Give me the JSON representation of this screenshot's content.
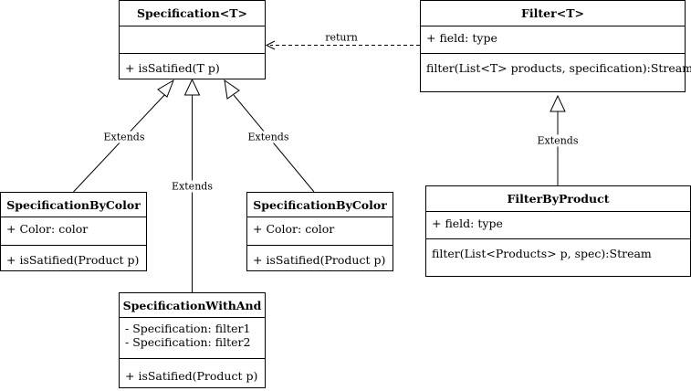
{
  "classes": {
    "specification": {
      "name": "Specification<T>",
      "attributes": [],
      "methods": [
        "+ isSatified(T p)"
      ]
    },
    "filter": {
      "name": "Filter<T>",
      "attributes": [
        "+ field: type"
      ],
      "methods": [
        "filter(List<T> products, specification):Stream"
      ]
    },
    "specification_by_color_left": {
      "name": "SpecificationByColor",
      "attributes": [
        "+ Color: color"
      ],
      "methods": [
        "+ isSatified(Product p)"
      ]
    },
    "specification_by_color_right": {
      "name": "SpecificationByColor",
      "attributes": [
        "+ Color: color"
      ],
      "methods": [
        "+ isSatified(Product p)"
      ]
    },
    "specification_with_and": {
      "name": "SpecificationWithAnd",
      "attributes": [
        "- Specification: filter1",
        "- Specification: filter2"
      ],
      "methods": [
        "+ isSatified(Product p)"
      ]
    },
    "filter_by_product": {
      "name": "FilterByProduct",
      "attributes": [
        "+ field: type"
      ],
      "methods": [
        "filter(List<Products> p, spec):Stream"
      ]
    }
  },
  "relations": {
    "return": {
      "from": "Filter<T>",
      "to": "Specification<T>",
      "kind": "dependency",
      "label": "return"
    },
    "extends_color_left": {
      "from": "SpecificationByColor",
      "to": "Specification<T>",
      "kind": "generalization",
      "label": "Extends"
    },
    "extends_with_and": {
      "from": "SpecificationWithAnd",
      "to": "Specification<T>",
      "kind": "generalization",
      "label": "Extends"
    },
    "extends_color_right": {
      "from": "SpecificationByColor",
      "to": "Specification<T>",
      "kind": "generalization",
      "label": "Extends"
    },
    "extends_filter_by_product": {
      "from": "FilterByProduct",
      "to": "Filter<T>",
      "kind": "generalization",
      "label": "Extends"
    }
  }
}
